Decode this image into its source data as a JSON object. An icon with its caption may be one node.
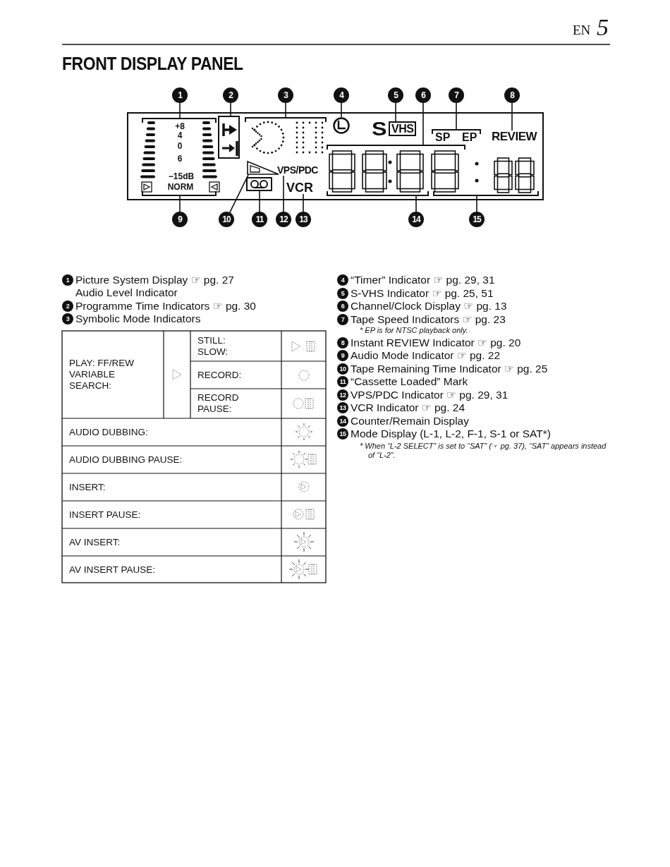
{
  "diagram": {
    "title": "FRONT DISPLAY PANEL",
    "nodes": [
      {
        "text": [
          "1"
        ]
      },
      {
        "text": [
          "2"
        ]
      },
      {
        "text": [
          "3"
        ]
      },
      {
        "text": [
          "4"
        ]
      },
      {
        "text": [
          "5"
        ]
      },
      {
        "text": [
          "6"
        ]
      },
      {
        "text": [
          "7"
        ]
      },
      {
        "text": [
          "8"
        ]
      },
      {
        "text": [
          "9"
        ]
      },
      {
        "text": [
          "10"
        ]
      },
      {
        "text": [
          "11"
        ]
      },
      {
        "text": [
          "12"
        ]
      },
      {
        "text": [
          "13"
        ]
      },
      {
        "text": [
          "14"
        ]
      },
      {
        "text": [
          "15"
        ]
      },
      {
        "text": [
          "REVIEW"
        ]
      },
      {
        "text": [
          "VPS/PDC"
        ]
      },
      {
        "text": [
          "VCR"
        ]
      },
      {
        "text": [],
        "shape": "bracket"
      },
      {
        "text": [],
        "shape": "box"
      },
      {
        "text": [],
        "shape": "bracket"
      },
      {
        "text": [],
        "shape": "circle"
      },
      {
        "text": [
          "VHS"
        ]
      },
      {
        "text": [],
        "shape": "bracket"
      },
      {
        "text": [],
        "shape": "bracket"
      },
      {
        "text": [],
        "shape": "bracket"
      },
      {
        "text": [],
        "shape": "triangle"
      },
      {
        "text": [],
        "shape": "box"
      },
      {
        "text": [],
        "shape": "bracket"
      },
      {
        "text": [],
        "shape": "bracket"
      }
    ],
    "edges": [
      {
        "from": 0,
        "to": 18,
        "arrow": "none"
      },
      {
        "from": 1,
        "to": 19,
        "arrow": "none"
      },
      {
        "from": 2,
        "to": 20,
        "arrow": "none"
      },
      {
        "from": 3,
        "to": 21,
        "arrow": "none"
      },
      {
        "from": 4,
        "to": 22,
        "arrow": "none"
      },
      {
        "from": 5,
        "to": 23,
        "arrow": "none"
      },
      {
        "from": 6,
        "to": 24,
        "arrow": "none"
      },
      {
        "from": 7,
        "to": 15,
        "arrow": "none"
      },
      {
        "from": 8,
        "to": 25,
        "arrow": "none"
      },
      {
        "from": 9,
        "to": 26,
        "arrow": "none"
      },
      {
        "from": 10,
        "to": 27,
        "arrow": "none"
      },
      {
        "from": 11,
        "to": 16,
        "arrow": "none"
      },
      {
        "from": 12,
        "to": 17,
        "arrow": "none"
      },
      {
        "from": 13,
        "to": 28,
        "arrow": "none"
      },
      {
        "from": 14,
        "to": 29,
        "arrow": "none"
      }
    ],
    "labels": [
      "EN",
      "5",
      "+8",
      "4",
      "0",
      "6",
      "−15dB",
      "NORM",
      "S",
      "SP",
      "EP",
      "1",
      "Picture System Display ☞ pg. 27",
      "Audio Level Indicator",
      "2",
      "Programme Time Indicators ☞ pg. 30",
      "3",
      "Symbolic Mode Indicators",
      "PLAY: FF/REW VARIABLE SEARCH:",
      "STILL: SLOW:",
      "RECORD:",
      "RECORD PAUSE:",
      "AUDIO DUBBING:",
      "AUDIO DUBBING PAUSE:",
      "INSERT:",
      "INSERT PAUSE:",
      "AV INSERT:",
      "AV INSERT PAUSE:",
      "4",
      "“Timer” Indicator ☞ pg. 29, 31",
      "5",
      "S-VHS Indicator ☞ pg. 25, 51",
      "6",
      "Channel/Clock Display ☞ pg. 13",
      "7",
      "Tape Speed Indicators ☞ pg. 23",
      "* EP is for NTSC playback only.",
      "8",
      "Instant REVIEW Indicator ☞ pg. 20",
      "9",
      "Audio Mode Indicator ☞ pg. 22",
      "10",
      "Tape Remaining Time Indicator ☞ pg. 25",
      "11",
      "“Cassette Loaded” Mark",
      "12",
      "VPS/PDC Indicator ☞ pg. 29, 31",
      "13",
      "VCR Indicator ☞ pg. 24",
      "14",
      "Counter/Remain Display",
      "15",
      "Mode Display (L-1, L-2, F-1, S-1 or SAT*)",
      "* When “L-2 SELECT” is set to “SAT” (☞ pg. 37), “SAT” appears instead of “L-2”."
    ]
  }
}
